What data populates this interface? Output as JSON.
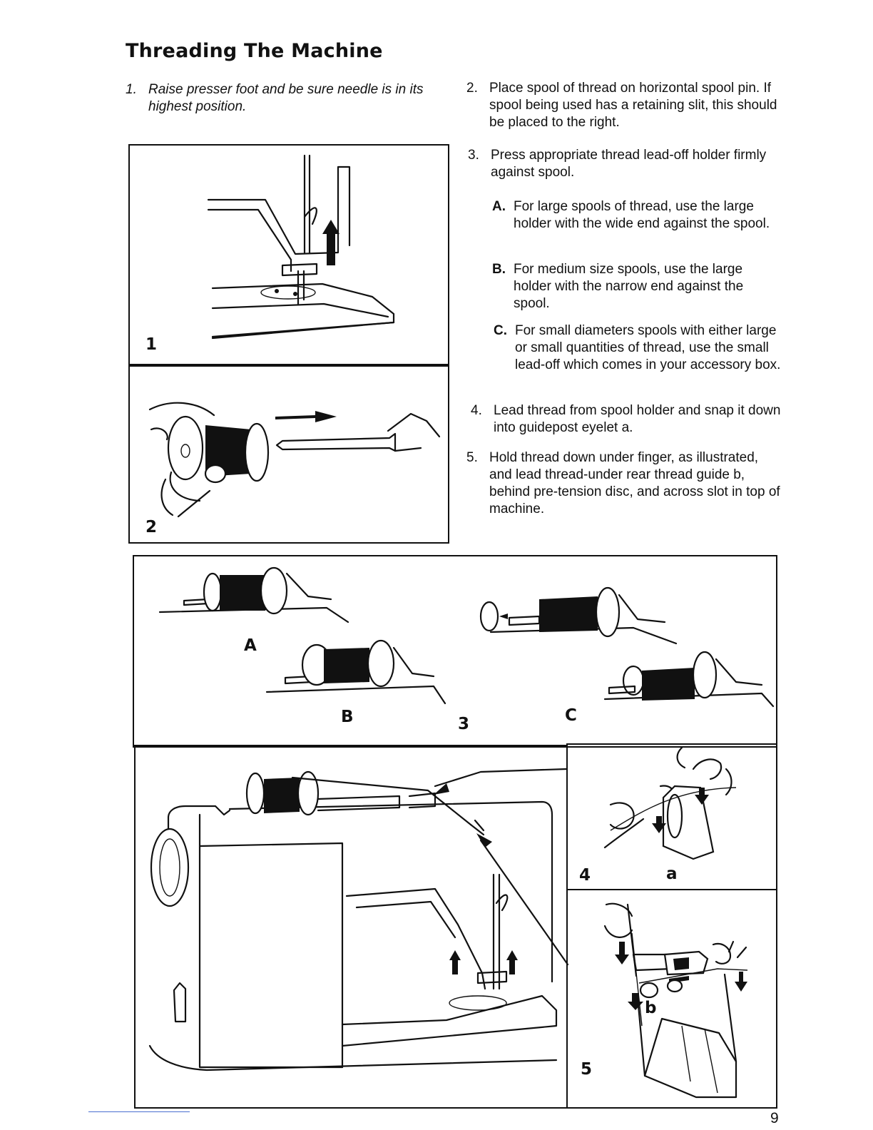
{
  "page": {
    "title": "Threading The Machine",
    "page_number": "9"
  },
  "steps": [
    {
      "num": "1.",
      "text": "Raise presser foot and be sure needle is in its highest position."
    },
    {
      "num": "2.",
      "text": "Place spool of thread on horizontal spool pin. If spool being used has a retaining slit, this should be placed to the right."
    },
    {
      "num": "3.",
      "text": "Press appropriate thread lead-off holder firmly against spool."
    },
    {
      "num": "4.",
      "text": "Lead thread from spool holder and snap it down into guidepost eyelet a."
    },
    {
      "num": "5.",
      "text": "Hold thread down under finger, as illustrated, and lead thread-under rear thread guide b, behind pre-tension disc, and across slot in top of machine."
    }
  ],
  "substeps": [
    {
      "letter": "A.",
      "text": "For large spools of thread, use the large holder with the wide end against the spool."
    },
    {
      "letter": "B.",
      "text": "For medium size spools, use the large holder with the narrow end against the spool."
    },
    {
      "letter": "C.",
      "text": "For small diameters spools with either large or small quantities of thread, use the small lead-off which comes in your accessory box."
    }
  ],
  "figures": {
    "fig1_label": "1",
    "fig2_label": "2",
    "fig3_label": "3",
    "fig3_a": "A",
    "fig3_b": "B",
    "fig3_c": "C",
    "fig4_label": "4",
    "fig4_a": "a",
    "fig5_label": "5",
    "fig5_b": "b"
  }
}
